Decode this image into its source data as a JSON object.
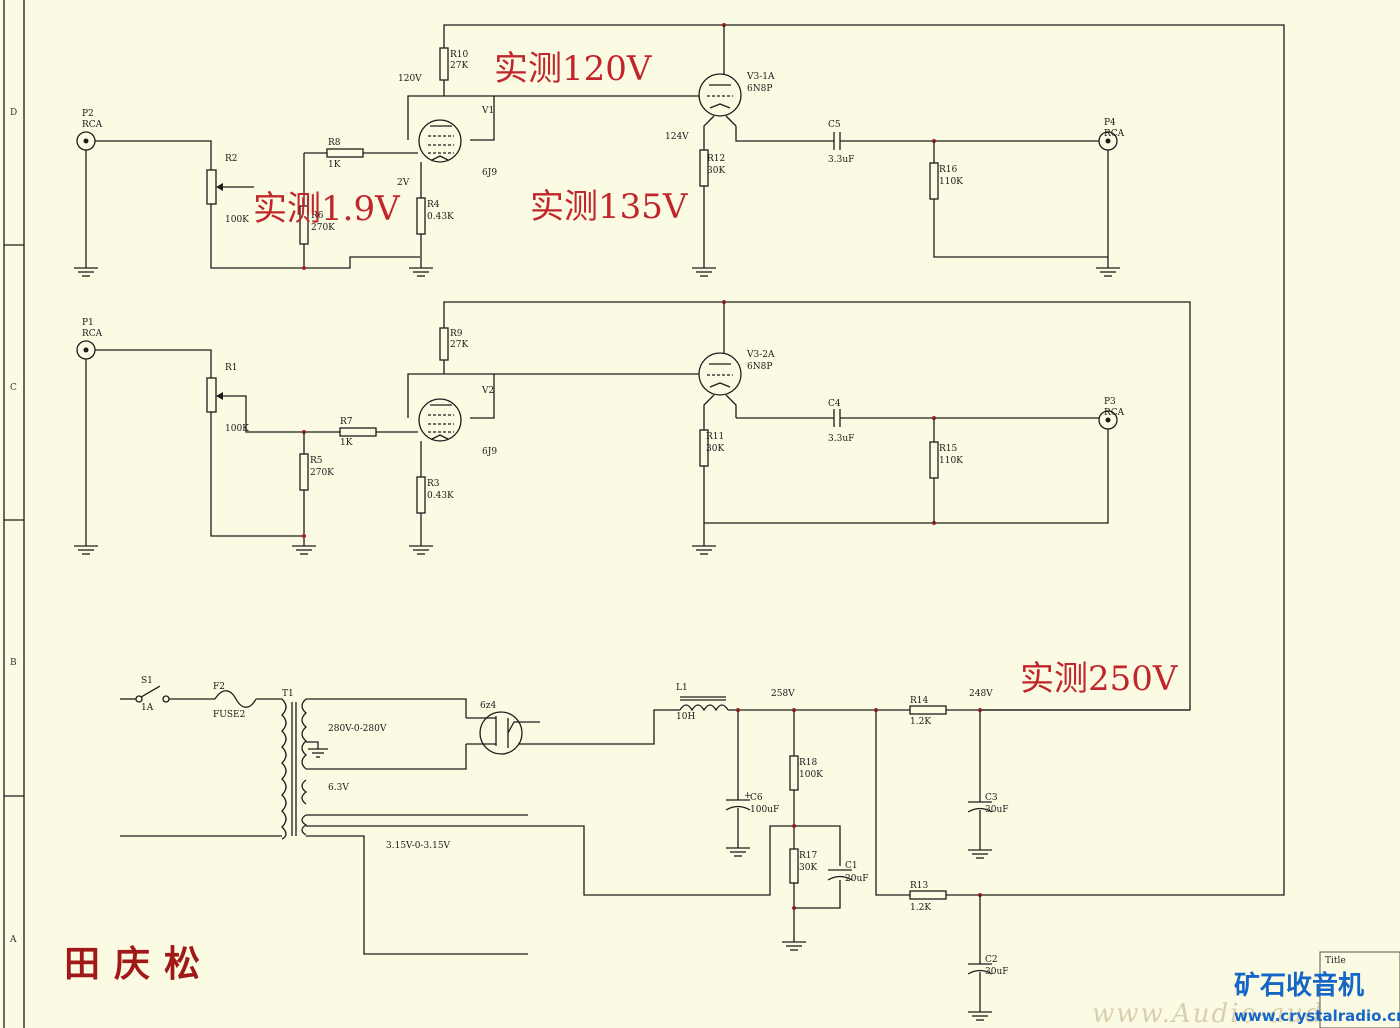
{
  "zones": [
    "D",
    "C",
    "B",
    "A"
  ],
  "annotations": {
    "n120": "实测120V",
    "n19": "实测1.9V",
    "n135": "实测135V",
    "n250": "实测250V"
  },
  "channel1": {
    "p2": {
      "ref": "P2",
      "type": "RCA"
    },
    "r2": {
      "ref": "R2",
      "value": "100K"
    },
    "r8": {
      "ref": "R8",
      "value": "1K"
    },
    "r6": {
      "ref": "R6",
      "value": "270K"
    },
    "r10": {
      "ref": "R10",
      "value": "27K"
    },
    "r4": {
      "ref": "R4",
      "value": "0.43K"
    },
    "v1": {
      "ref": "V1",
      "type": "6J9"
    },
    "v3": {
      "ref": "V3-1A",
      "type": "6N8P"
    },
    "r12": {
      "ref": "R12",
      "value": "30K"
    },
    "c5": {
      "ref": "C5",
      "value": "3.3uF"
    },
    "r16": {
      "ref": "R16",
      "value": "110K"
    },
    "p4": {
      "ref": "P4",
      "type": "RCA"
    },
    "v_plate": "120V",
    "v_cathode": "2V",
    "v_out": "124V"
  },
  "channel2": {
    "p1": {
      "ref": "P1",
      "type": "RCA"
    },
    "r1": {
      "ref": "R1",
      "value": "100K"
    },
    "r7": {
      "ref": "R7",
      "value": "1K"
    },
    "r5": {
      "ref": "R5",
      "value": "270K"
    },
    "r9": {
      "ref": "R9",
      "value": "27K"
    },
    "r3": {
      "ref": "R3",
      "value": "0.43K"
    },
    "v2": {
      "ref": "V2",
      "type": "6J9"
    },
    "v3": {
      "ref": "V3-2A",
      "type": "6N8P"
    },
    "r11": {
      "ref": "R11",
      "value": "30K"
    },
    "c4": {
      "ref": "C4",
      "value": "3.3uF"
    },
    "r15": {
      "ref": "R15",
      "value": "110K"
    },
    "p3": {
      "ref": "P3",
      "type": "RCA"
    }
  },
  "power": {
    "s1": {
      "ref": "S1",
      "value": "1A"
    },
    "f2": {
      "ref": "F2",
      "value": "FUSE2"
    },
    "t1": {
      "ref": "T1"
    },
    "hv": "280V-0-280V",
    "fil": "6.3V",
    "fil2": "3.15V-0-3.15V",
    "rect": "6z4",
    "l1": {
      "ref": "L1",
      "value": "10H"
    },
    "v258": "258V",
    "c6": {
      "ref": "C6",
      "value": "100uF"
    },
    "r18": {
      "ref": "R18",
      "value": "100K"
    },
    "r17": {
      "ref": "R17",
      "value": "30K"
    },
    "c1": {
      "ref": "C1",
      "value": "20uF"
    },
    "r14": {
      "ref": "R14",
      "value": "1.2K"
    },
    "v248": "248V",
    "c3": {
      "ref": "C3",
      "value": "30uF"
    },
    "r13": {
      "ref": "R13",
      "value": "1.2K"
    },
    "c2": {
      "ref": "C2",
      "value": "30uF"
    }
  },
  "signature": "田庆松",
  "watermark": "www.Audio-audio.cn",
  "logo": {
    "cn": "矿石收音机",
    "url": "www.crystalradio.cn"
  },
  "title_block": {
    "title": "Title"
  }
}
